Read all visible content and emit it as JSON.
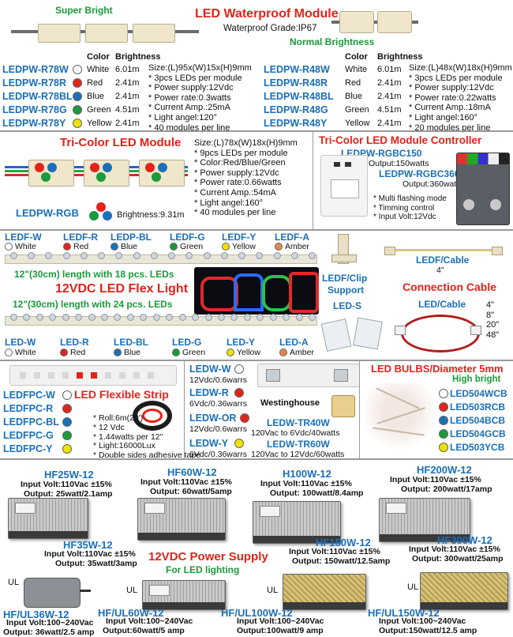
{
  "colors": {
    "red": "#e2231a",
    "blue": "#1b6fb8",
    "green": "#1a9a3a",
    "yellow": "#f0e000",
    "white": "#ffffff",
    "amber": "#e8864a"
  },
  "waterproof": {
    "title": "LED Waterproof Module",
    "super_bright": "Super Bright",
    "normal_brightness": "Normal Brightness",
    "grade": "Waterproof Grade:IP67",
    "col_color": "Color",
    "col_brightness": "Brightness",
    "left": {
      "rows": [
        {
          "model": "LEDPW-R78W",
          "dot": "white",
          "color": "White",
          "brightness": "6.01m"
        },
        {
          "model": "LEDPW-R78R",
          "dot": "red",
          "color": "Red",
          "brightness": "2.41m"
        },
        {
          "model": "LEDPW-R78BL",
          "dot": "blue",
          "color": "Blue",
          "brightness": "2.41m"
        },
        {
          "model": "LEDPW-R78G",
          "dot": "green",
          "color": "Green",
          "brightness": "4.51m"
        },
        {
          "model": "LEDPW-R78Y",
          "dot": "yellow",
          "color": "Yellow",
          "brightness": "2.41m"
        }
      ],
      "specs": [
        "Size:(L)95x(W)15x(H)9mm",
        "* 3pcs LEDs per module",
        "* Power supply:12Vdc",
        "* Power rate:0.3watts",
        "* Current Amp.:25mA",
        "* Light angel:120°",
        "* 40 modules per line"
      ]
    },
    "right": {
      "rows": [
        {
          "model": "LEDPW-R48W",
          "color": "White",
          "brightness": "6.01m"
        },
        {
          "model": "LEDPW-R48R",
          "color": "Red",
          "brightness": "2.41m"
        },
        {
          "model": "LEDPW-R48BL",
          "color": "Blue",
          "brightness": "2.41m"
        },
        {
          "model": "LEDPW-R48G",
          "color": "Green",
          "brightness": "4.51m"
        },
        {
          "model": "LEDPW-R48Y",
          "color": "Yellow",
          "brightness": "2.41m"
        }
      ],
      "specs": [
        "Size:(L)48x(W)18x(H)9mm",
        "* 3pcs LEDs per module",
        "* Power supply:12Vdc",
        "* Power rate:0.22watts",
        "* Current Amp.:18mA",
        "* Light angel:160°",
        "* 20 modules per line"
      ]
    }
  },
  "tricolor": {
    "title": "Tri-Color LED Module",
    "model": "LEDPW-RGB",
    "brightness": "Brightness:9.31m",
    "specs": [
      "Size:(L)78x(W)18x(H)9mm",
      "* 9pcs LEDs per module",
      "* Color:Red/Blue/Green",
      "* Power supply:12Vdc",
      "* Power rate:0.66watts",
      "* Current Amp.:54mA",
      "* Light angel:160°",
      "* 40 modules per line"
    ],
    "controller": {
      "title": "Tri-Color LED Module Controller",
      "m1": "LEDPW-RGBC150",
      "m1_out": "Output:150watts",
      "m2": "LEDPW-RGBC360",
      "m2_out": "Output:360watts",
      "features": [
        "* Multi flashing mode",
        "* Timming control",
        "* Input Volt:12Vdc"
      ]
    }
  },
  "flex": {
    "top_codes": [
      {
        "code": "LEDF-W",
        "dot": "white",
        "name": "White"
      },
      {
        "code": "LEDF-R",
        "dot": "red",
        "name": "Red"
      },
      {
        "code": "LEDP-BL",
        "dot": "blue",
        "name": "Blue"
      },
      {
        "code": "LEDF-G",
        "dot": "green",
        "name": "Green"
      },
      {
        "code": "LEDF-Y",
        "dot": "yellow",
        "name": "Yellow"
      },
      {
        "code": "LEDF-A",
        "dot": "amber",
        "name": "Amber"
      }
    ],
    "length18": "12\"(30cm) length with 18 pcs. LEDs",
    "title": "12VDC LED Flex Light",
    "length24": "12\"(30cm) length with 24 pcs. LEDs",
    "bottom_codes": [
      {
        "code": "LED-W",
        "dot": "white",
        "name": "White"
      },
      {
        "code": "LED-R",
        "dot": "red",
        "name": "Red"
      },
      {
        "code": "LED-BL",
        "dot": "blue",
        "name": "Blue"
      },
      {
        "code": "LED-G",
        "dot": "green",
        "name": "Green"
      },
      {
        "code": "LED-Y",
        "dot": "yellow",
        "name": "Yellow"
      },
      {
        "code": "LED-A",
        "dot": "amber",
        "name": "Amber"
      }
    ],
    "clip1": "LEDF/Clip",
    "clip2": "Support",
    "leds": "LED-S",
    "cable_model": "LEDF/Cable",
    "cable_len": "4\"",
    "conn_title": "Connection Cable",
    "led_cable": "LED/Cable",
    "cable_lengths": [
      "4\"",
      "8\"",
      "20\"",
      "48\""
    ]
  },
  "fpc": {
    "title": "LED Flexible Strip",
    "models": [
      {
        "code": "LEDFPC-W",
        "dot": "white"
      },
      {
        "code": "LEDFPC-R",
        "dot": "red"
      },
      {
        "code": "LEDFPC-BL",
        "dot": "blue"
      },
      {
        "code": "LEDFPC-G",
        "dot": "green"
      },
      {
        "code": "LEDFPC-Y",
        "dot": "yellow"
      }
    ],
    "specs": [
      "* Roll:6m(20')",
      "* 12 Vdc",
      "* 1.44watts per 12\"",
      "* Light:16000Lux",
      "* Double sides adhesive tape"
    ]
  },
  "ledw": {
    "items": [
      {
        "code": "LEDW-W",
        "dot": "white",
        "spec": "12Vdc/0.6warrs"
      },
      {
        "code": "LEDW-R",
        "dot": "red",
        "spec": "6Vdc/0.36warrs"
      },
      {
        "code": "LEDW-OR",
        "dot": "red",
        "spec": "12Vdc/0.6warrs"
      },
      {
        "code": "LEDW-Y",
        "dot": "yellow",
        "spec": "6Vdc/0.36warrs"
      }
    ],
    "brand": "Westinghouse",
    "tr40": "LEDW-TR40W",
    "tr40_spec": "120Vac to 6Vdc/40watts",
    "tr60": "LEDW-TR60W",
    "tr60_spec": "120Vac to 12Vdc/60watts"
  },
  "bulbs": {
    "title": "LED BULBS/Diameter 5mm",
    "subtitle": "High bright",
    "items": [
      {
        "code": "LED504WCB",
        "dot": "white"
      },
      {
        "code": "LED503RCB",
        "dot": "red"
      },
      {
        "code": "LED504BCB",
        "dot": "blue"
      },
      {
        "code": "LED504GCB",
        "dot": "green"
      },
      {
        "code": "LED503YCB",
        "dot": "yellow"
      }
    ]
  },
  "power": {
    "title": "12VDC Power Supply",
    "subtitle": "For LED lighting",
    "ul": "UL",
    "models": [
      {
        "name": "HF25W-12",
        "input": "Input Volt:110Vac ±15%",
        "output": "Output: 25watt/2.1amp"
      },
      {
        "name": "HF60W-12",
        "input": "Input Volt:110Vac ±15%",
        "output": "Output: 60watt/5amp"
      },
      {
        "name": "H100W-12",
        "input": "Input Volt:110Vac ±15%",
        "output": "Output: 100watt/8.4amp"
      },
      {
        "name": "HF200W-12",
        "input": "Input Volt:110Vac ±15%",
        "output": "Output: 200watt/17amp"
      },
      {
        "name": "HF35W-12",
        "input": "Input Volt:110Vac ±15%",
        "output": "Output: 35watt/3amp"
      },
      {
        "name": "HF150W-12",
        "input": "Input Volt:110Vac ±15%",
        "output": "Output: 150watt/12.5amp"
      },
      {
        "name": "HF300W-12",
        "input": "Input Volt:110Vac ±15%",
        "output": "Output: 300watt/25amp"
      },
      {
        "name": "HF/UL36W-12",
        "input": "Input Volt:100~240Vac",
        "output": "Output: 36watt/2.5 amp"
      },
      {
        "name": "HF/UL60W-12",
        "input": "Input Volt:100~240Vac",
        "output": "Output:60watt/5 amp"
      },
      {
        "name": "HF/UL100W-12",
        "input": "Input Volt:100~240Vac",
        "output": "Output:100watt/9 amp"
      },
      {
        "name": "HF/UL150W-12",
        "input": "Input Volt:100~240Vac",
        "output": "Output:150watt/12.5 amp"
      }
    ]
  }
}
